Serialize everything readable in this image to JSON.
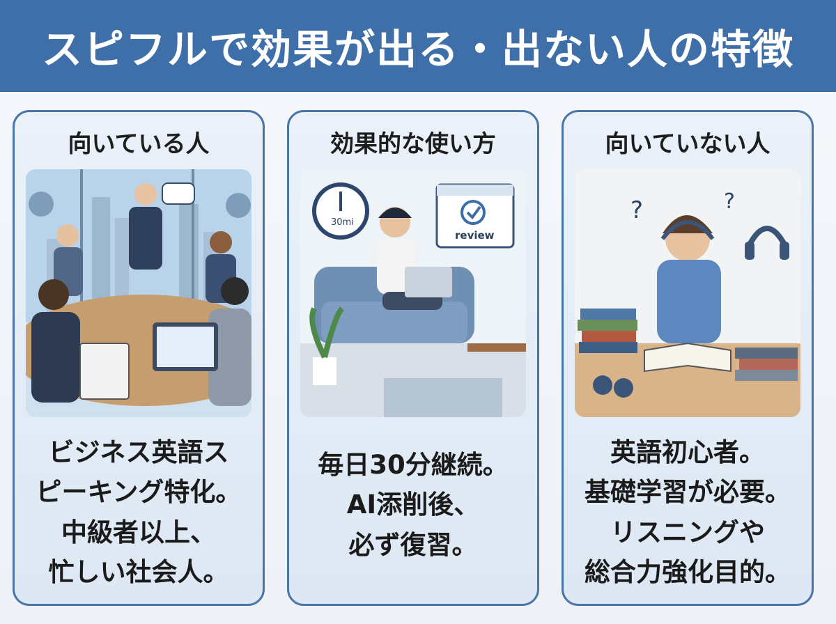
{
  "title": "スピフルで効果が出る・出ない人の特徴",
  "cards": [
    {
      "heading": "向いている人",
      "lines": [
        "ビジネス英語ス",
        "ピーキング特化。",
        "中級者以上、",
        "忙しい社会人。"
      ]
    },
    {
      "heading": "効果的な使い方",
      "clock_label": "30mi",
      "review_label": "review",
      "lines": [
        "毎日30分継続。",
        "AI添削後、",
        "必ず復習。"
      ]
    },
    {
      "heading": "向いていない人",
      "lines": [
        "英語初心者。",
        "基礎学習が必要。",
        "リスニングや",
        "総合力強化目的。"
      ]
    }
  ]
}
